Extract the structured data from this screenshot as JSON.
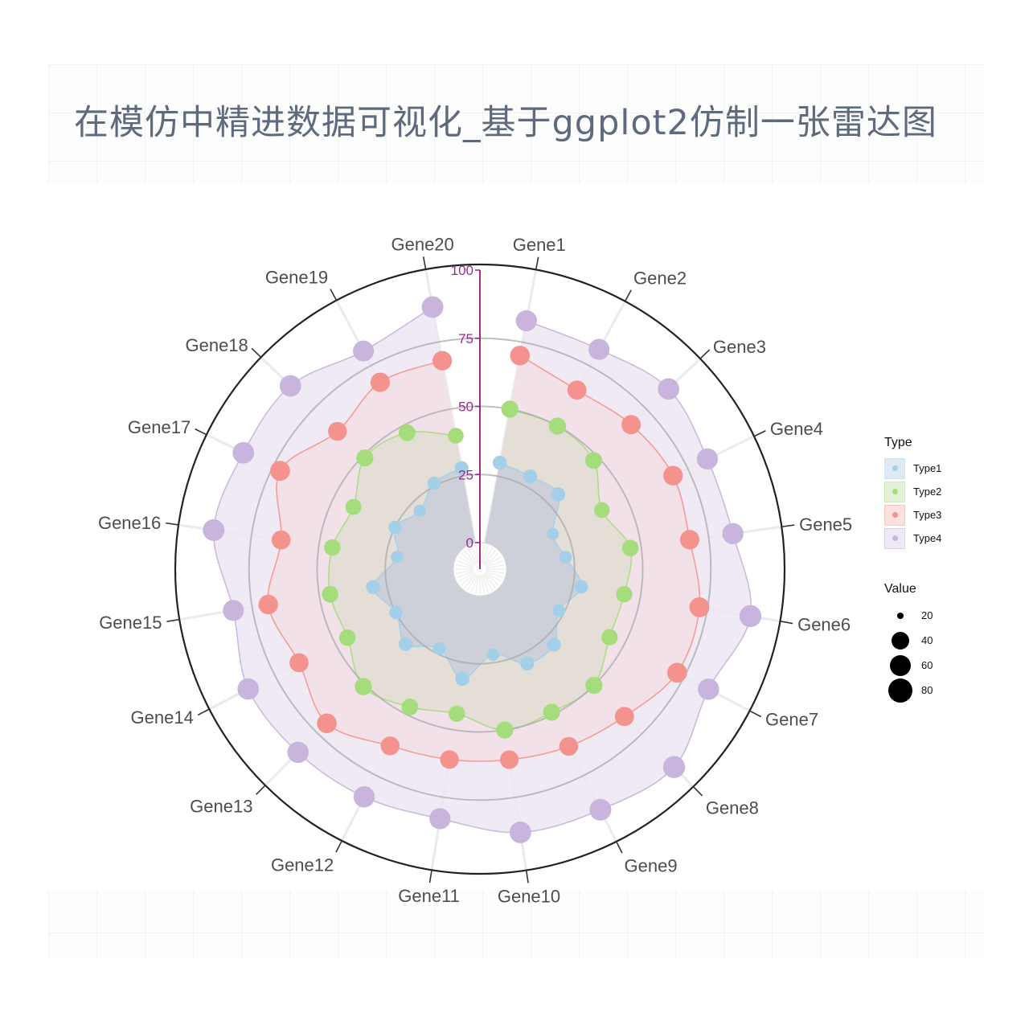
{
  "page": {
    "title": "在模仿中精进数据可视化_基于ggplot2仿制一张雷达图"
  },
  "legend": {
    "type_title": "Type",
    "types": [
      {
        "label": "Type1",
        "color": "#a4cfe8",
        "fill": "#dde9f3"
      },
      {
        "label": "Type2",
        "color": "#a6dd7c",
        "fill": "#e3f1d8"
      },
      {
        "label": "Type3",
        "color": "#f4938e",
        "fill": "#fbe2e1"
      },
      {
        "label": "Type4",
        "color": "#c8b4dc",
        "fill": "#efe8f5"
      }
    ],
    "value_title": "Value",
    "values": [
      {
        "label": "20",
        "size": 8
      },
      {
        "label": "40",
        "size": 22
      },
      {
        "label": "60",
        "size": 27
      },
      {
        "label": "80",
        "size": 31
      }
    ]
  },
  "chart_data": {
    "type": "radar",
    "title": "在模仿中精进数据可视化_基于ggplot2仿制一张雷达图",
    "categories": [
      "Gene1",
      "Gene2",
      "Gene3",
      "Gene4",
      "Gene5",
      "Gene6",
      "Gene7",
      "Gene8",
      "Gene9",
      "Gene10",
      "Gene11",
      "Gene12",
      "Gene13",
      "Gene14",
      "Gene15",
      "Gene16",
      "Gene17",
      "Gene18",
      "Gene19",
      "Gene20"
    ],
    "series": [
      {
        "name": "Type1",
        "color": "#a4cfe8",
        "fill": "#c9ced9",
        "values": [
          30,
          29,
          30,
          20,
          22,
          28,
          23,
          29,
          29,
          22,
          31,
          23,
          29,
          25,
          30,
          21,
          25,
          21,
          26,
          28
        ]
      },
      {
        "name": "Type2",
        "color": "#a6dd7c",
        "fill": "#e2ddd3",
        "values": [
          50,
          50,
          48,
          40,
          46,
          44,
          44,
          50,
          49,
          50,
          44,
          47,
          51,
          45,
          46,
          45,
          42,
          49,
          47,
          40
        ]
      },
      {
        "name": "Type3",
        "color": "#f4938e",
        "fill": "#f3dfe6",
        "values": [
          70,
          65,
          67,
          69,
          68,
          72,
          72,
          66,
          63,
          61,
          61,
          63,
          70,
          65,
          69,
          64,
          72,
          63,
          68,
          68
        ]
      },
      {
        "name": "Type4",
        "color": "#c8b4dc",
        "fill": "#ede6f3",
        "values": [
          83,
          82,
          86,
          83,
          84,
          91,
          85,
          92,
          89,
          88,
          83,
          84,
          85,
          86,
          82,
          89,
          87,
          87,
          81,
          88
        ]
      }
    ],
    "radial_axis": {
      "ticks": [
        0,
        25,
        50,
        75,
        100
      ],
      "tick_labels": [
        "0",
        "25",
        "50",
        "75",
        "100"
      ],
      "range": [
        0,
        100
      ],
      "color": "#9b2a8f"
    },
    "grid_rings": [
      25,
      50,
      75
    ],
    "size_legend": {
      "title": "Value",
      "breaks": [
        20,
        40,
        60,
        80
      ]
    },
    "legend_position": "right",
    "xlabel": "",
    "ylabel": ""
  }
}
